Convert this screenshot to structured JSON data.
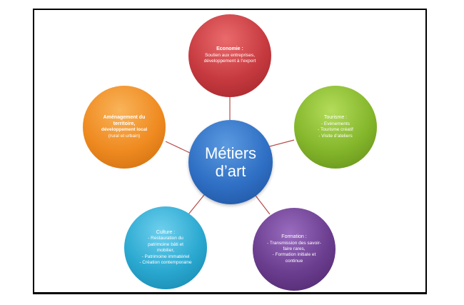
{
  "diagram": {
    "center": {
      "line1": "Métiers",
      "line2": "d’art",
      "color": "#2f6fc4"
    },
    "nodes": {
      "economie": {
        "title": "Economie :",
        "lines": [
          "Soutien aux entreprises,",
          "développement à l’export"
        ],
        "color": "#c63a3f"
      },
      "tourisme": {
        "title": "Tourisme :",
        "lines": [
          "- Evènements",
          "- Tourisme créatif",
          "- Visite d’ateliers"
        ],
        "color": "#84b62b"
      },
      "formation": {
        "title": "Formation :",
        "lines": [
          "- Transmission des savoir-",
          "faire rares,",
          "- Formation initiale et",
          "continue"
        ],
        "color": "#6b3d8f"
      },
      "culture": {
        "title": "Culture :",
        "lines": [
          "- Restauration du",
          "patrimoine bâti et",
          "mobilier,",
          "- Patrimoine immatériel",
          "- Création contemporaine"
        ],
        "color": "#2aa8d0"
      },
      "amenagement": {
        "title_lines": [
          "Aménagement du",
          "territoire,",
          "développement local"
        ],
        "lines": [
          "(rural et urbain)"
        ],
        "color": "#ef8a20"
      }
    },
    "connector_color": "#b84a4a"
  }
}
